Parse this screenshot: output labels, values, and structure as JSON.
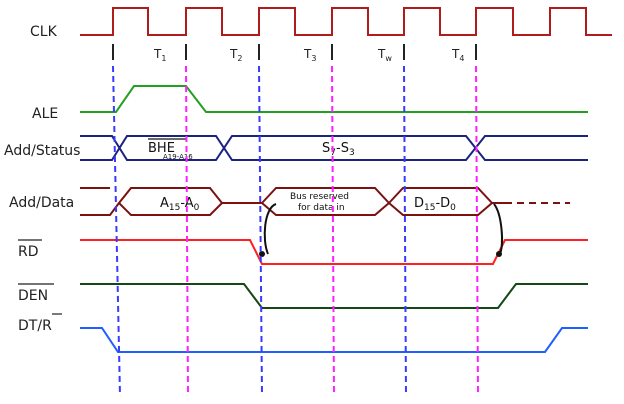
{
  "signals": {
    "clk": "CLK",
    "ale": "ALE",
    "add_status": "Add/Status",
    "add_data": "Add/Data",
    "rd": "RD",
    "den": "DEN",
    "dtr_prefix": "DT/",
    "dtr_suffix": "R"
  },
  "states": [
    {
      "base": "T",
      "sub": "1"
    },
    {
      "base": "T",
      "sub": "2"
    },
    {
      "base": "T",
      "sub": "3"
    },
    {
      "base": "T",
      "sub": "w"
    },
    {
      "base": "T",
      "sub": "4"
    }
  ],
  "status_bus": {
    "bhe": "BHE",
    "bhe_sub": "A19-A16",
    "status_base_a": "S",
    "status_sub_a": "7",
    "status_sep": "-S",
    "status_sub_b": "3"
  },
  "data_bus": {
    "addr_base_a": "A",
    "addr_sub_a": "15",
    "addr_sep": "-A",
    "addr_sub_b": "0",
    "reserved_line1": "Bus reserved",
    "reserved_line2": "for data in",
    "data_base_a": "D",
    "data_sub_a": "15",
    "data_sep": "-D",
    "data_sub_b": "0"
  },
  "colors": {
    "clk": "#b01c1c",
    "ale": "#22a022",
    "status": "#1a237e",
    "data": "#7a1212",
    "rd": "#ff2020",
    "den": "#154815",
    "dtr": "#1f5fff",
    "blue_guide": "#3a3aff",
    "magenta_guide": "#ff20ff",
    "black": "#111111"
  }
}
